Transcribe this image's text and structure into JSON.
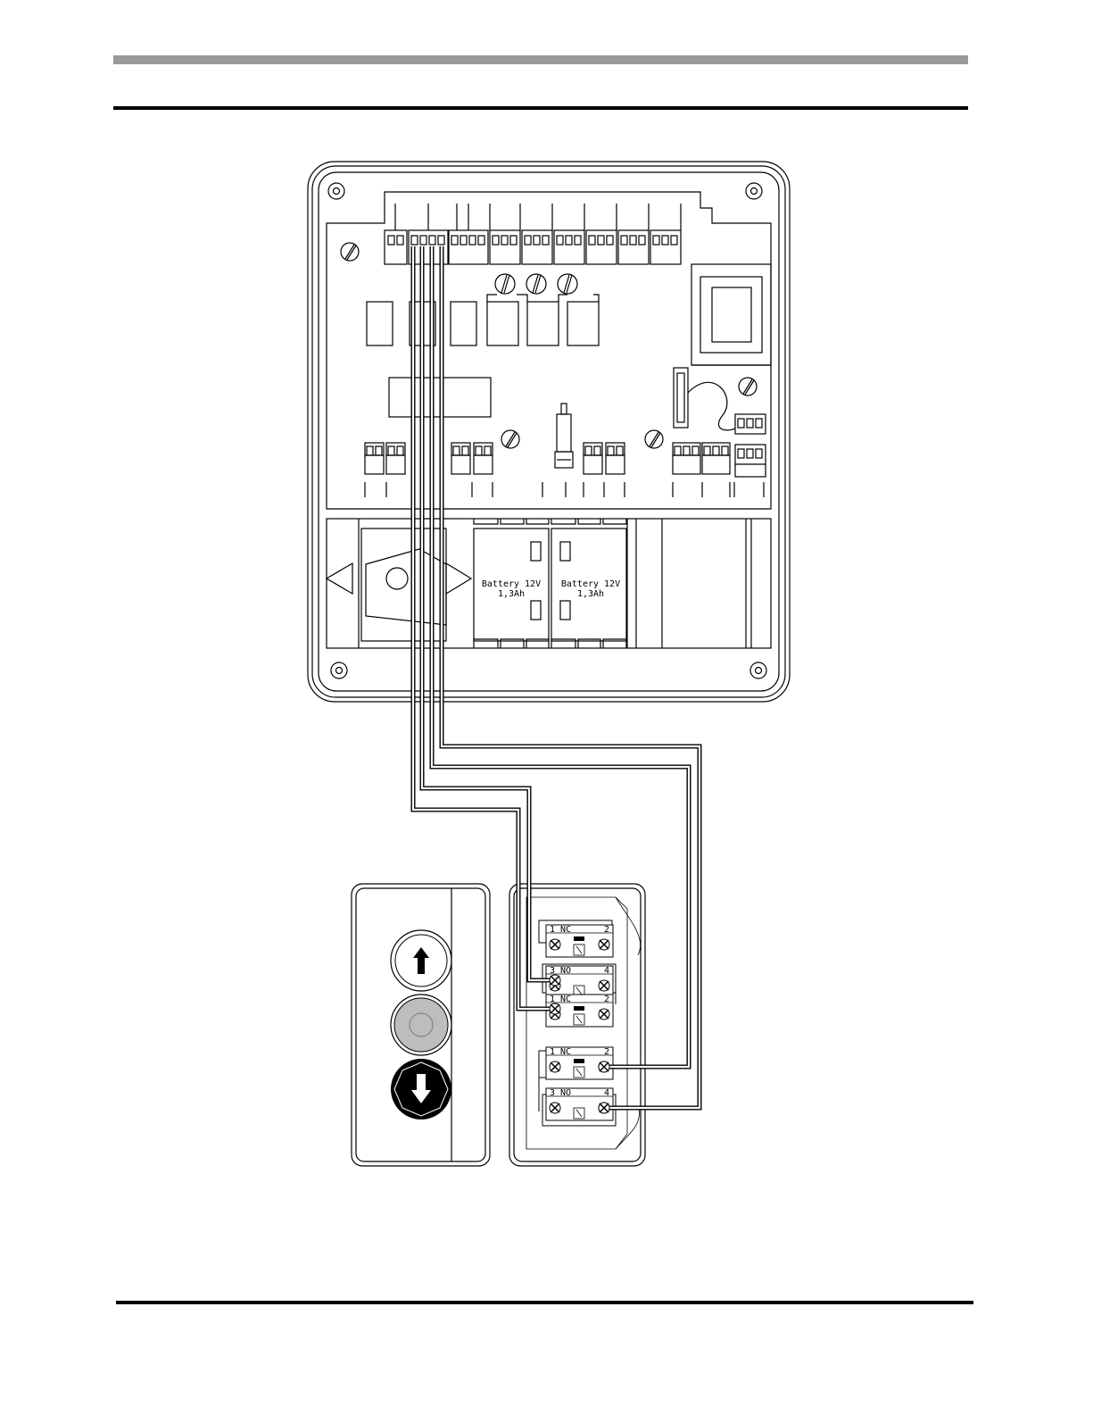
{
  "colors": {
    "rule_gray": "#999999",
    "ink": "#000000",
    "paper": "#ffffff",
    "stop_button_fill": "#bdbdbd"
  },
  "control_box": {
    "batteries": [
      {
        "line1": "Battery 12V",
        "line2": "1,3Ah"
      },
      {
        "line1": "Battery 12V",
        "line2": "1,3Ah"
      }
    ]
  },
  "pushbutton_station": {
    "buttons": [
      {
        "name": "up",
        "icon": "arrow-up-icon"
      },
      {
        "name": "stop",
        "icon": "stop-icon"
      },
      {
        "name": "down",
        "icon": "arrow-down-icon"
      }
    ]
  },
  "contact_blocks": [
    {
      "left": "1",
      "type": "NC",
      "right": "2"
    },
    {
      "left": "3",
      "type": "NO",
      "right": "4"
    },
    {
      "left": "1",
      "type": "NC",
      "right": "2"
    },
    {
      "left": "1",
      "type": "NC",
      "right": "2"
    },
    {
      "left": "3",
      "type": "NO",
      "right": "4"
    }
  ]
}
